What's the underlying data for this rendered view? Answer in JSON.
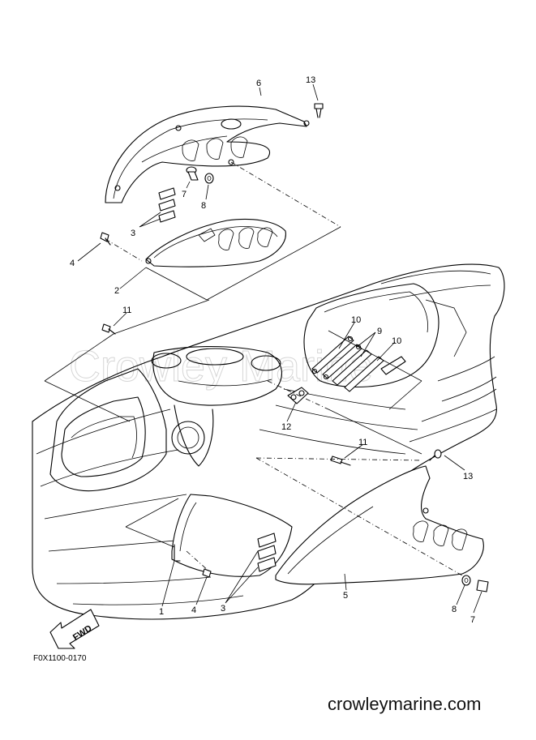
{
  "diagram": {
    "watermark": "Crowley Marine",
    "fwd_label": "FWD",
    "drawing_code": "F0X1100-0170",
    "site": "crowleymarine.com",
    "callouts": [
      {
        "id": "c6",
        "text": "6"
      },
      {
        "id": "c13a",
        "text": "13"
      },
      {
        "id": "c7a",
        "text": "7"
      },
      {
        "id": "c8a",
        "text": "8"
      },
      {
        "id": "c3a",
        "text": "3"
      },
      {
        "id": "c4a",
        "text": "4"
      },
      {
        "id": "c2",
        "text": "2"
      },
      {
        "id": "c11a",
        "text": "11"
      },
      {
        "id": "c10a",
        "text": "10"
      },
      {
        "id": "c9",
        "text": "9"
      },
      {
        "id": "c10b",
        "text": "10"
      },
      {
        "id": "c12",
        "text": "12"
      },
      {
        "id": "c11b",
        "text": "11"
      },
      {
        "id": "c13b",
        "text": "13"
      },
      {
        "id": "c1",
        "text": "1"
      },
      {
        "id": "c4b",
        "text": "4"
      },
      {
        "id": "c3b",
        "text": "3"
      },
      {
        "id": "c5",
        "text": "5"
      },
      {
        "id": "c8b",
        "text": "8"
      },
      {
        "id": "c7b",
        "text": "7"
      }
    ]
  }
}
